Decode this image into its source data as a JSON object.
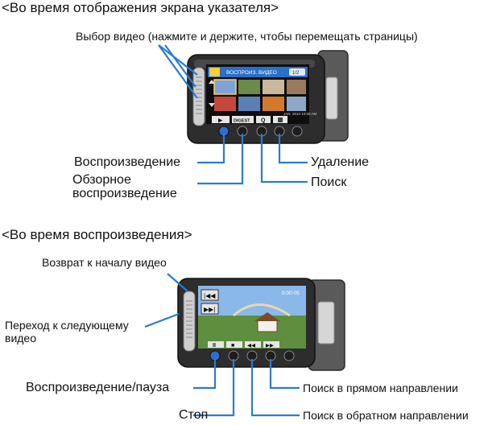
{
  "section1": {
    "title": "<Во время отображения экрана указателя>",
    "callout_select": "Выбор видео (нажмите и держите, чтобы перемещать страницы)",
    "label_playback": "Воспроизведение",
    "label_digest_line1": "Обзорное",
    "label_digest_line2": "воспроизведение",
    "label_delete": "Удаление",
    "label_search": "Поиск",
    "screen": {
      "header": "ВОСПРОИЗ. ВИДЕО",
      "page": "1/2",
      "info": "JAN. 2010 10:00 AM",
      "buttons": [
        "▶",
        "DIGEST",
        "Q",
        "🗑"
      ]
    }
  },
  "section2": {
    "title": "<Во время воспроизведения>",
    "label_return": "Возврат к началу видео",
    "label_next_line1": "Переход к следующему",
    "label_next_line2": "видео",
    "label_play_pause": "Воспроизведение/пауза",
    "label_forward": "Поиск в прямом направлении",
    "label_stop": "Стоп",
    "label_reverse": "Поиск в обратном направлении",
    "screen": {
      "timecode": "0:00:05",
      "buttons": [
        "II",
        "■",
        "◀◀",
        "▶▶"
      ]
    }
  },
  "colors": {
    "callout": "#2b7bd1",
    "device": "#2d2d2d",
    "screen_blue": "#1d5fb4"
  }
}
